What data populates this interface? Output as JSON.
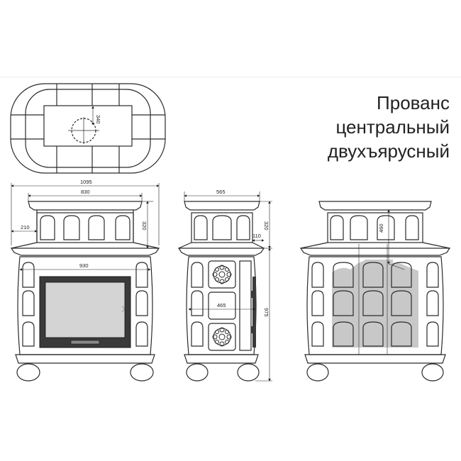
{
  "title": {
    "line1": "Прованс",
    "line2": "центральный",
    "line3": "двухъярусный"
  },
  "dimensions": {
    "plan_depth": "340",
    "front_total_width": "1095",
    "front_top_width": "830",
    "front_side_offset": "210",
    "front_upper_height": "320",
    "front_door_width": "930",
    "side_top_width": "565",
    "side_upper_height": "320",
    "side_offset": "110",
    "side_body_width": "465",
    "side_total_height": "975",
    "section_height": "460"
  },
  "colors": {
    "line": "#2a2a2a",
    "door_glass": "#d4d4d4",
    "door_frame": "#3a3a3a",
    "shading": "#c8c8c8"
  }
}
